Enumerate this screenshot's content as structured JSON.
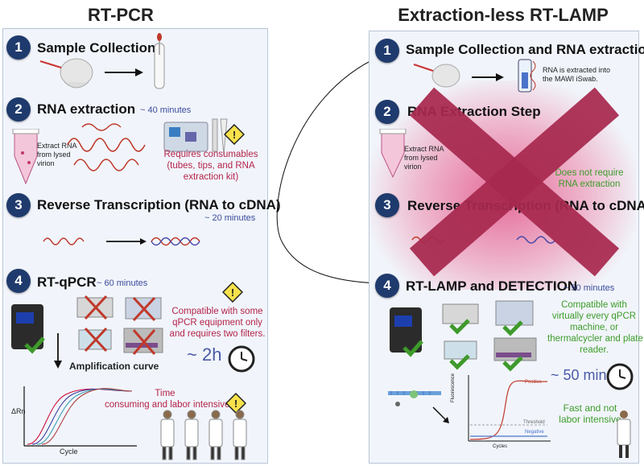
{
  "left": {
    "title": "RT-PCR",
    "steps": [
      {
        "num": "1",
        "label": "Sample Collection"
      },
      {
        "num": "2",
        "label": "RNA extraction",
        "time": "~ 40  minutes"
      },
      {
        "num": "3",
        "label": "Reverse Transcription (RNA to cDNA)",
        "time": "~ 20 minutes"
      },
      {
        "num": "4",
        "label": "RT-qPCR",
        "time": "~ 60 minutes"
      }
    ],
    "tube_label": "Extract RNA\nfrom lysed\nvirion",
    "consumables_note": "Requires consumables\n(tubes, tips, and RNA\nextraction kit)",
    "equipment_note": "Compatible with some\nqPCR equipment only\nand requires two filters.",
    "amplification_label": "Amplification curve",
    "total_time": "~ 2h",
    "labor_note": "Time\nconsuming and labor intensive",
    "y_axis": "ΔRn",
    "x_axis": "Cycle"
  },
  "right": {
    "title": "Extraction-less RT-LAMP",
    "steps": [
      {
        "num": "1",
        "label": "Sample Collection and RNA extraction"
      },
      {
        "num": "2",
        "label": "RNA Extraction Step"
      },
      {
        "num": "3",
        "label": "Reverse Transcription (RNA to cDNA)"
      },
      {
        "num": "4",
        "label": "RT-LAMP and DETECTION",
        "time": "~ 50 minutes"
      }
    ],
    "swab_note": "RNA is extracted into\nthe MAWI iSwab.",
    "tube_label": "Extract RNA\nfrom lysed\nvirion",
    "no_extraction_note": "Does not require\nRNA extraction",
    "equipment_note": "Compatible with\nvirtually every qPCR\nmachine, or\nthermalcycler and plate\nreader.",
    "total_time": "~ 50 min",
    "labor_note": "Fast and not\nlabor intensive",
    "curve_positive": "Positive",
    "curve_threshold": "Threshold",
    "curve_negative": "Negative",
    "y_axis": "Fluorescence",
    "x_axis": "Cycles"
  },
  "colors": {
    "badge": "#1f3a6d",
    "red_note": "#b5234a",
    "green_note": "#3d9b2a",
    "time": "#3b4b9b",
    "cross": "#a8294f"
  }
}
